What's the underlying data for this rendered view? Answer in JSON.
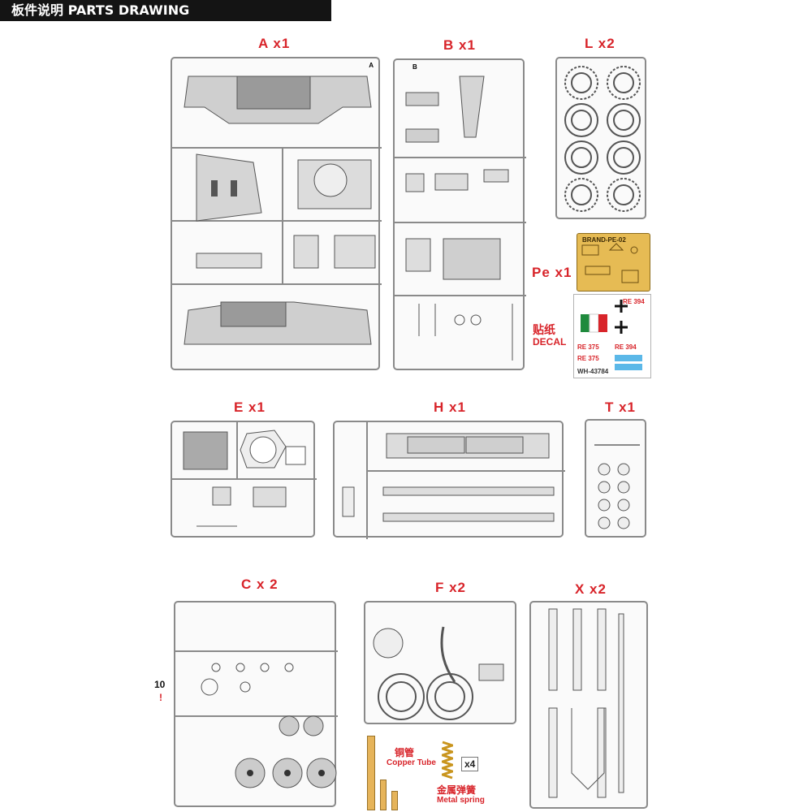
{
  "header": {
    "title": "板件说明 PARTS DRAWING"
  },
  "sprues": [
    {
      "id": "A",
      "label": "A x1"
    },
    {
      "id": "B",
      "label": "B x1"
    },
    {
      "id": "L",
      "label": "L x2"
    },
    {
      "id": "Pe",
      "label": "Pe x1"
    },
    {
      "id": "E",
      "label": "E x1"
    },
    {
      "id": "H",
      "label": "H x1"
    },
    {
      "id": "T",
      "label": "T x1"
    },
    {
      "id": "C",
      "label": "C x 2"
    },
    {
      "id": "F",
      "label": "F x2"
    },
    {
      "id": "X",
      "label": "X x2"
    }
  ],
  "decal": {
    "label_cn": "贴纸",
    "label_en": "DECAL",
    "codes": [
      "RE 375",
      "RE 394",
      "RE 375",
      "RE 394",
      "WH-43784"
    ],
    "colors": {
      "green": "#1f8a3d",
      "white": "#ffffff",
      "red": "#d8242a",
      "blue": "#5bb8e8"
    }
  },
  "pe": {
    "code": "BRAND-PE-02"
  },
  "copper_tube": {
    "cn": "铜管",
    "en": "Copper Tube"
  },
  "metal_spring": {
    "cn": "金属弹簧",
    "en": "Metal spring",
    "qty": "x4"
  },
  "side_note": {
    "number": "10",
    "mark": "!"
  }
}
